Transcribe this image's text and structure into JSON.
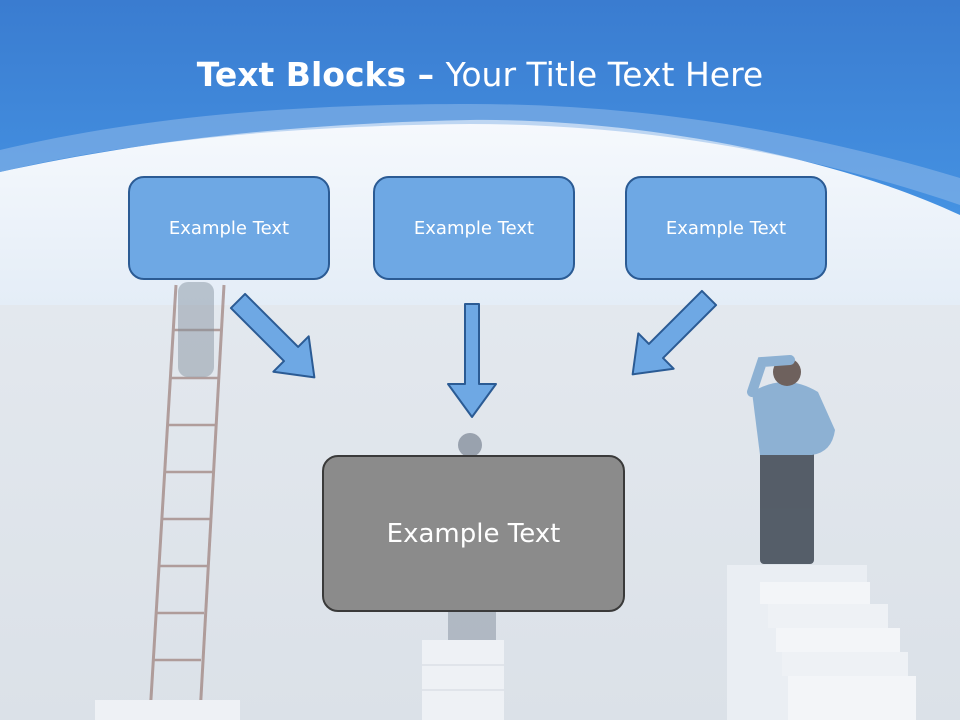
{
  "slide": {
    "title_bold": "Text Blocks",
    "title_dash": " – ",
    "title_rest": "Your Title Text Here"
  },
  "boxes": {
    "top_left": "Example Text",
    "top_middle": "Example Text",
    "top_right": "Example Text",
    "center": "Example Text"
  },
  "colors": {
    "header_blue": "#3f86d6",
    "small_box_fill": "#6ea8e4",
    "small_box_border": "#2b5b94",
    "center_box_fill": "#8b8b8b",
    "arrow_fill": "#6ea8e4"
  }
}
